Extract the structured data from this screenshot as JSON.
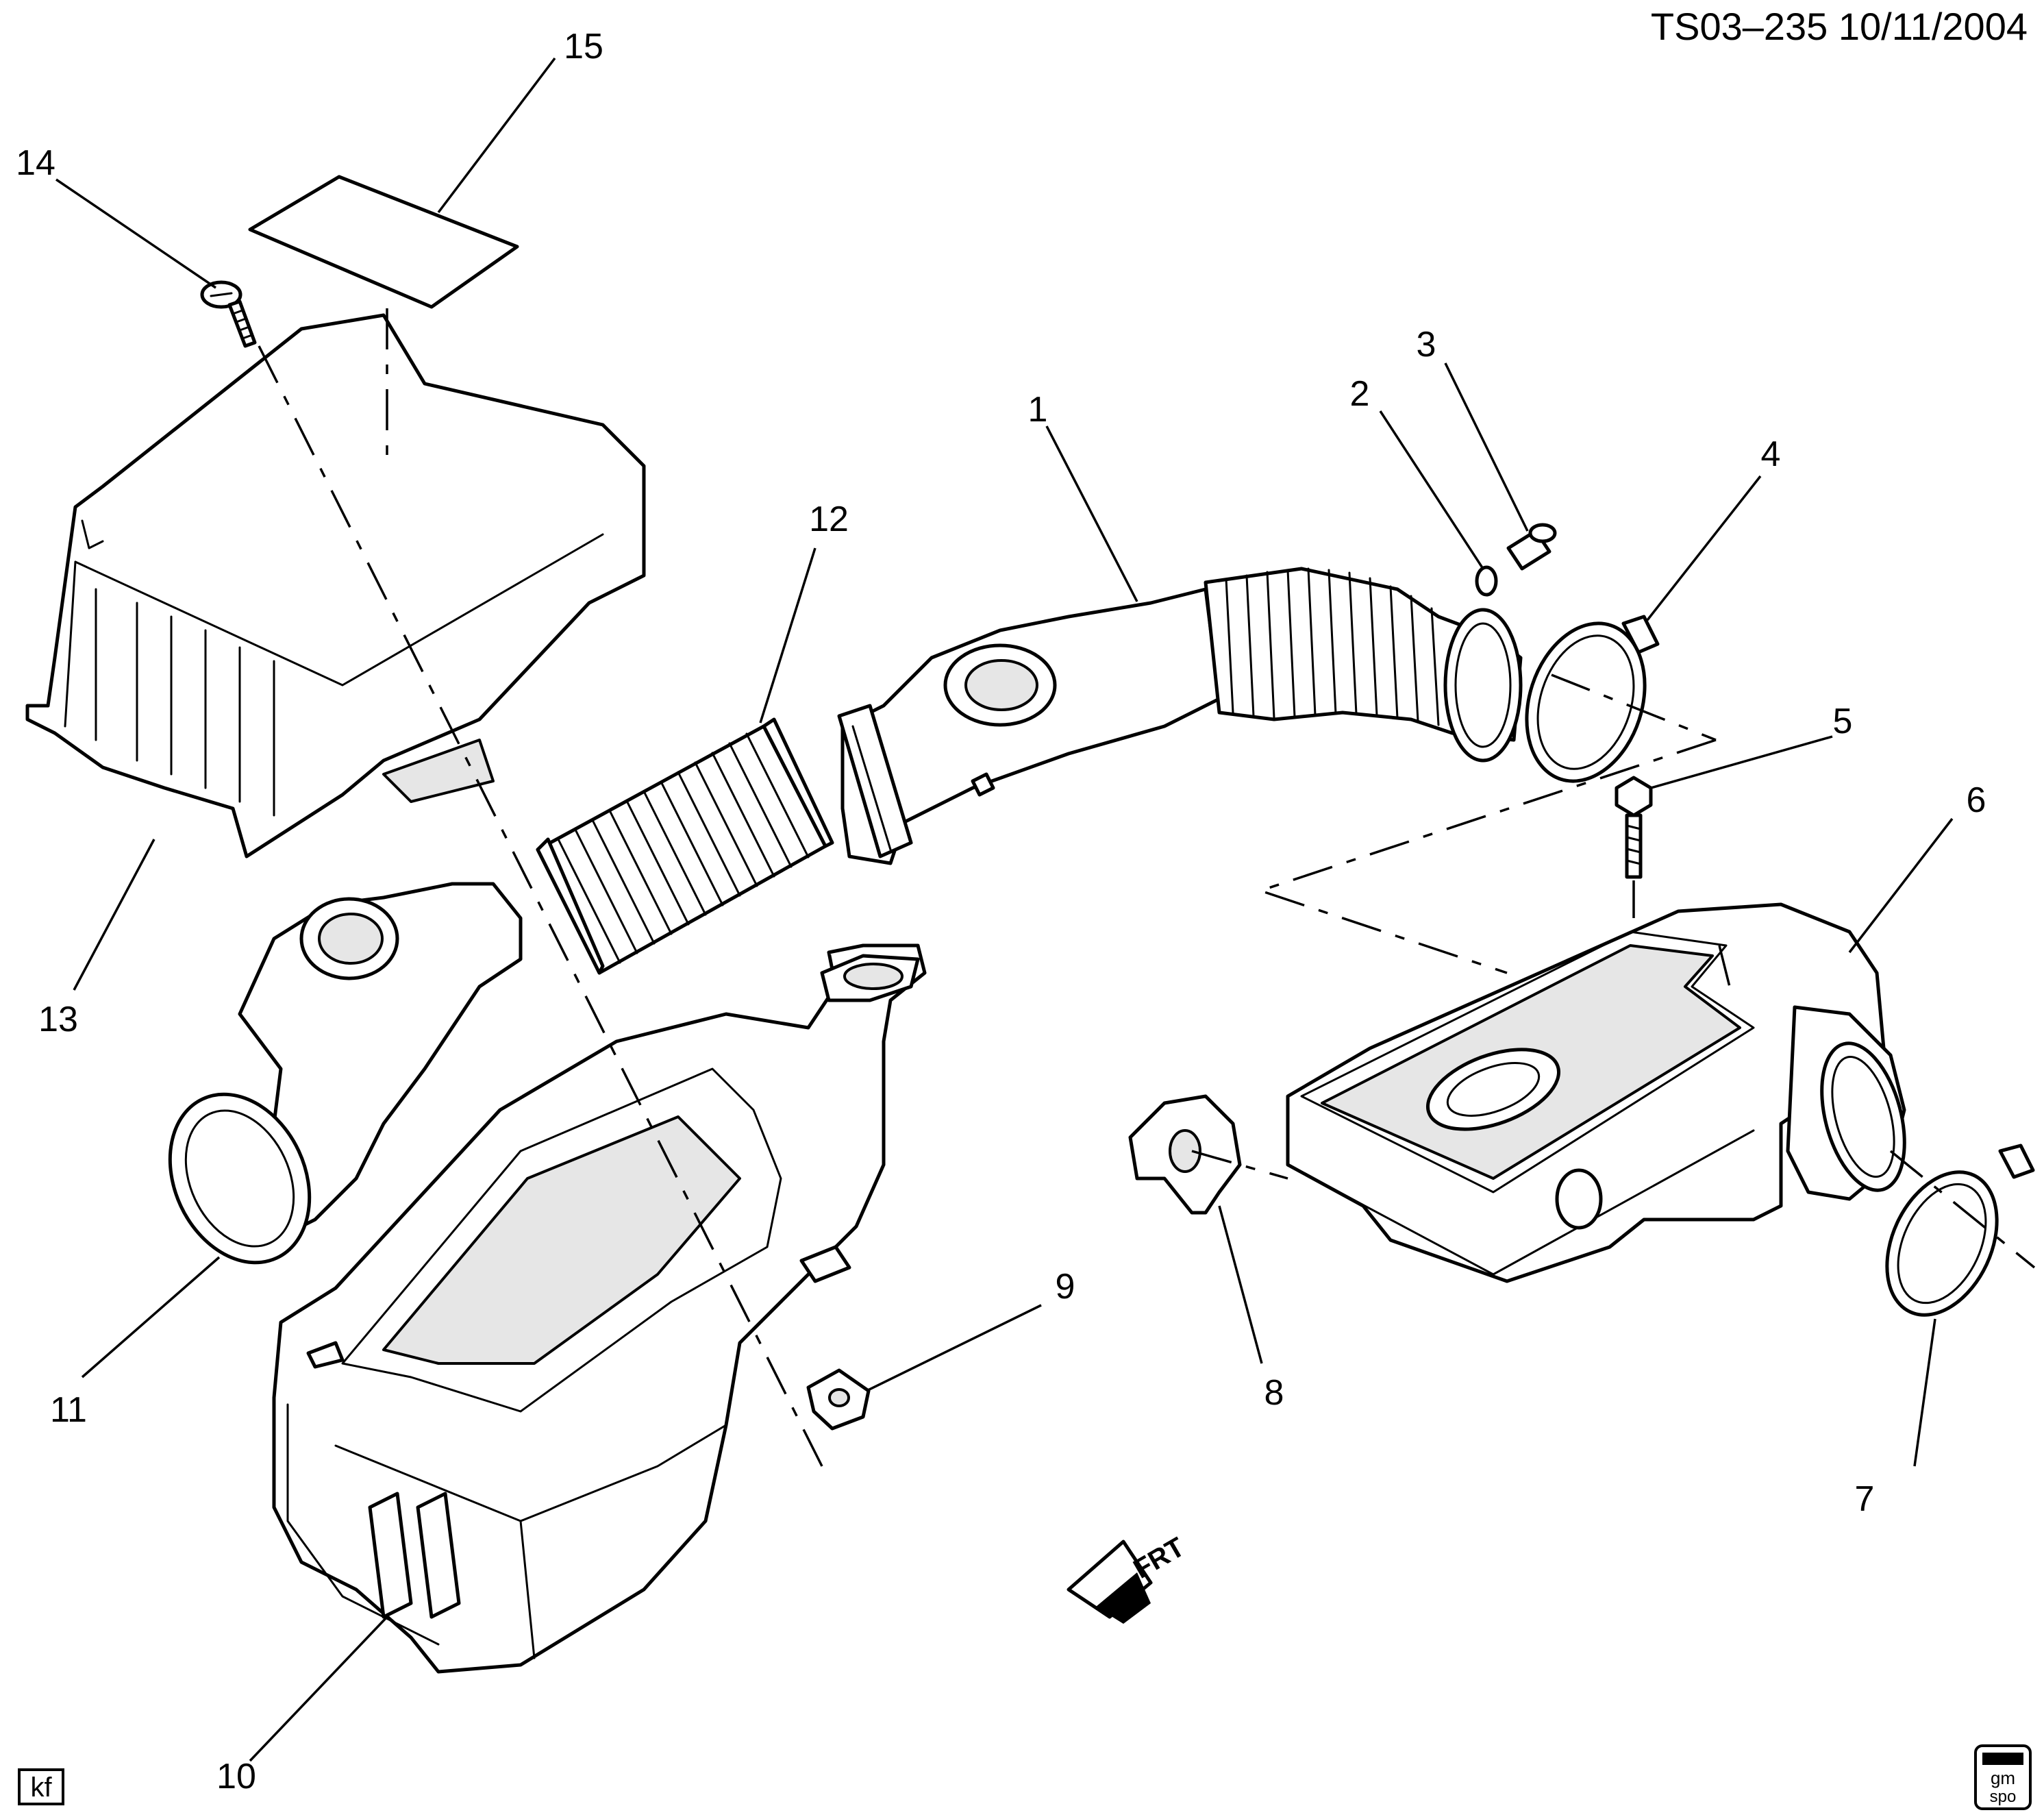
{
  "header": {
    "reference": "TS03–235  10/11/2004"
  },
  "callouts": [
    {
      "id": "1",
      "label": "1"
    },
    {
      "id": "2",
      "label": "2"
    },
    {
      "id": "3",
      "label": "3"
    },
    {
      "id": "4",
      "label": "4"
    },
    {
      "id": "5",
      "label": "5"
    },
    {
      "id": "6",
      "label": "6"
    },
    {
      "id": "7",
      "label": "7"
    },
    {
      "id": "8",
      "label": "8"
    },
    {
      "id": "9",
      "label": "9"
    },
    {
      "id": "10",
      "label": "10"
    },
    {
      "id": "11",
      "label": "11"
    },
    {
      "id": "12",
      "label": "12"
    },
    {
      "id": "13",
      "label": "13"
    },
    {
      "id": "14",
      "label": "14"
    },
    {
      "id": "15",
      "label": "15"
    }
  ],
  "front_indicator": {
    "label": "FRT"
  },
  "footer": {
    "initials": "kf",
    "logo_top": "gm",
    "logo_bottom": "spo"
  }
}
